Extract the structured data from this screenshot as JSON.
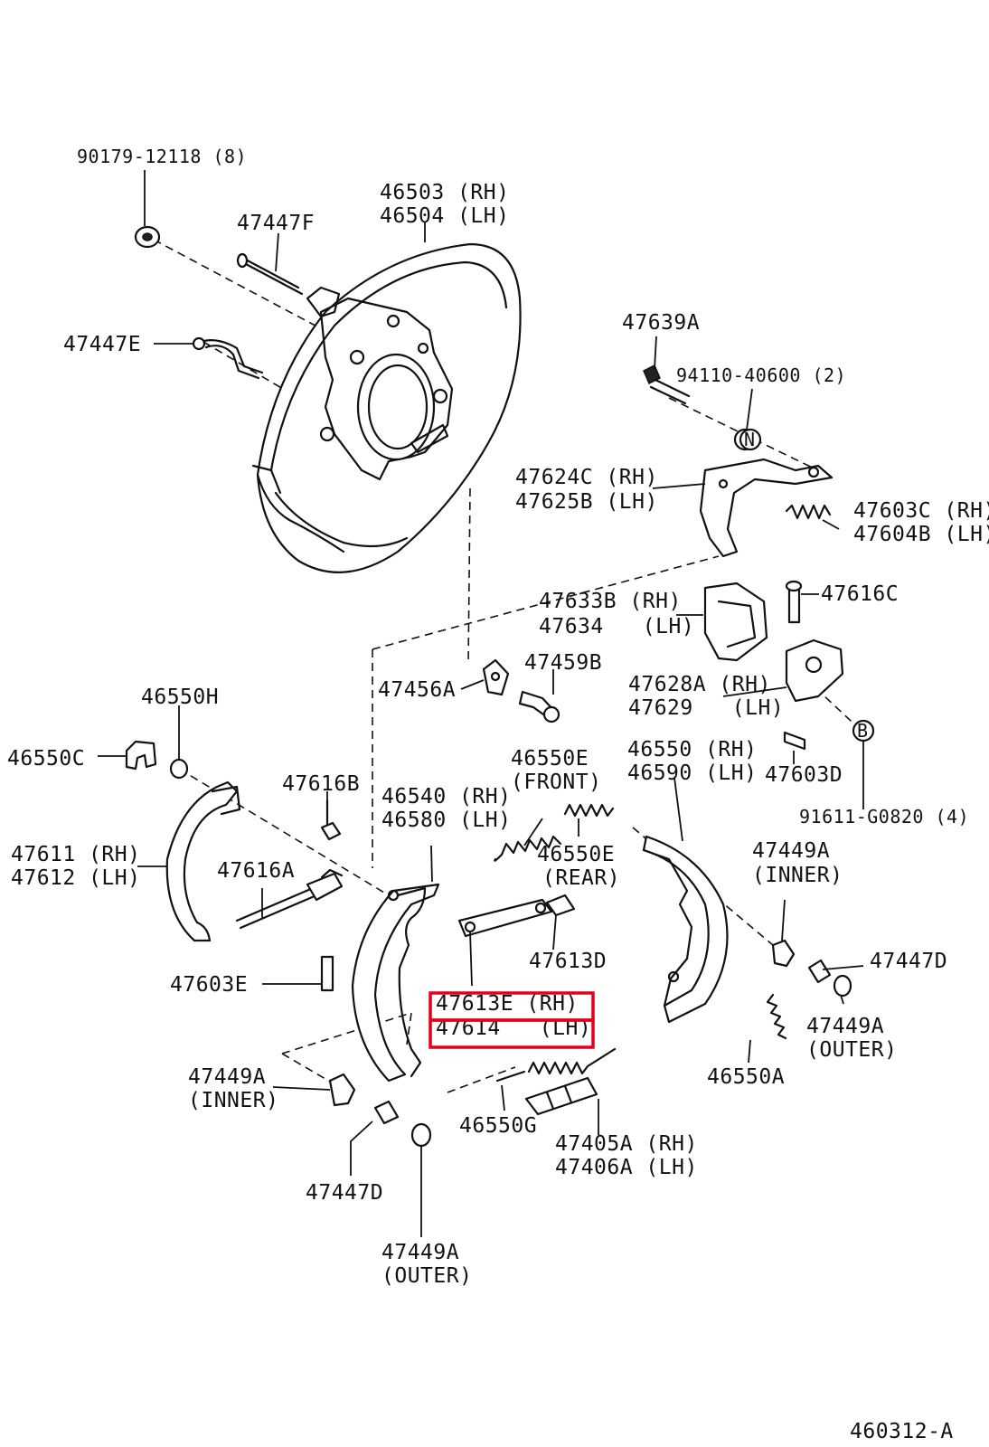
{
  "labels": {
    "nut_90179": "90179-12118 (8)",
    "bolt_47447f": "47447F",
    "plate_rh": "46503 (RH)",
    "plate_lh": "46504 (LH)",
    "pipe_47447e": "47447E",
    "bolt_47639a": "47639A",
    "washer_94110": "94110-40600 (2)",
    "lever_rh": "47624C (RH)",
    "lever_lh": "47625B (LH)",
    "spring_rh": "47603C (RH)",
    "spring_lh": "47604B (LH)",
    "pin_47616c": "47616C",
    "boot_rh": "47633B (RH)",
    "boot_lh": "47634   (LH)",
    "clip_47456a": "47456A",
    "bolt_47459b": "47459B",
    "cyl_rh": "47628A (RH)",
    "cyl_lh": "47629   (LH)",
    "spring_46550h": "46550H",
    "clip_46550c": "46550C",
    "spring_front_num": "46550E",
    "spring_front_tag": "(FRONT)",
    "shoe_rh_46550": "46550 (RH)",
    "shoe_lh_46590": "46590 (LH)",
    "clip_47603d": "47603D",
    "bolt_91611": "91611-G0820 (4)",
    "pin_47616b": "47616B",
    "shoe_rh_46540": "46540 (RH)",
    "shoe_lh_46580": "46580 (LH)",
    "spring_rear_num": "46550E",
    "spring_rear_tag": "(REAR)",
    "cup_inner_num": "47449A",
    "cup_inner_tag": "(INNER)",
    "shoe_rh_47611": "47611 (RH)",
    "shoe_lh_47612": "47612 (LH)",
    "adj_47616a": "47616A",
    "spring_47613d": "47613D",
    "spring_47447d_r": "47447D",
    "pin_47603e": "47603E",
    "strut_rh": "47613E (RH)",
    "strut_lh": "47614   (LH)",
    "cup_outer_r_num": "47449A",
    "cup_outer_r_tag": "(OUTER)",
    "cup_inner_l_num": "47449A",
    "cup_inner_l_tag": "(INNER)",
    "spring_46550a": "46550A",
    "spring_46550g": "46550G",
    "adjuster_rh": "47405A (RH)",
    "adjuster_lh": "47406A (LH)",
    "spring_47447d_l": "47447D",
    "cup_outer_l_num": "47449A",
    "cup_outer_l_tag": "(OUTER)",
    "figure_code": "460312-A"
  },
  "markers": {
    "n_marker": "N",
    "b_marker": "B"
  },
  "colors": {
    "line": "#111111",
    "highlight": "#e3001b",
    "background": "#ffffff"
  }
}
